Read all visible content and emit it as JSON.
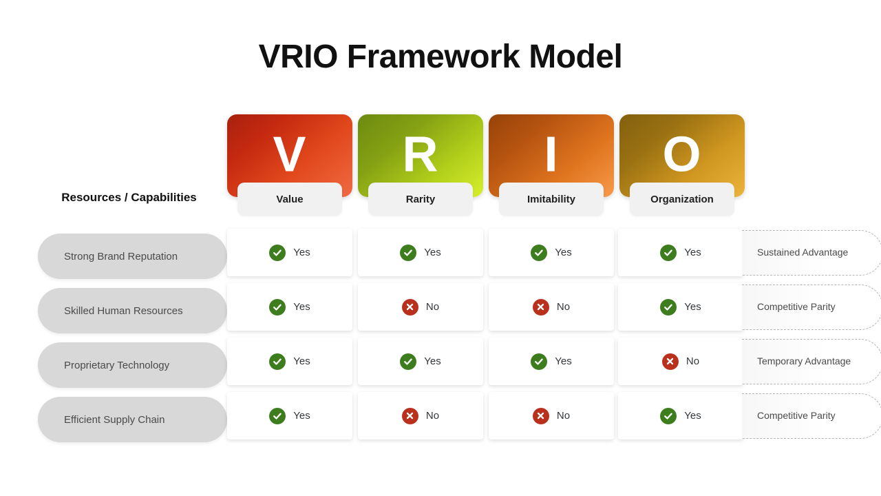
{
  "title": "VRIO Framework Model",
  "row_heading": "Resources / Capabilities",
  "columns": [
    {
      "letter": "V",
      "label": "Value",
      "color": "#c62a10"
    },
    {
      "letter": "R",
      "label": "Rarity",
      "color": "#a7c418"
    },
    {
      "letter": "I",
      "label": "Imitability",
      "color": "#e0751f"
    },
    {
      "letter": "O",
      "label": "Organization",
      "color": "#cf9620"
    }
  ],
  "icons": {
    "yes": "check-circle-icon",
    "no": "x-circle-icon"
  },
  "colors": {
    "yes": "#3e7d1e",
    "no": "#b9301c",
    "row_pill": "#d8d8d8",
    "column_pill": "#f1f1f1",
    "outcome_border": "#b5b5b5"
  },
  "rows": [
    {
      "resource": "Strong Brand Reputation",
      "cells": [
        {
          "value": "Yes",
          "state": "yes"
        },
        {
          "value": "Yes",
          "state": "yes"
        },
        {
          "value": "Yes",
          "state": "yes"
        },
        {
          "value": "Yes",
          "state": "yes"
        }
      ],
      "outcome": "Sustained Advantage"
    },
    {
      "resource": "Skilled Human Resources",
      "cells": [
        {
          "value": "Yes",
          "state": "yes"
        },
        {
          "value": "No",
          "state": "no"
        },
        {
          "value": "No",
          "state": "no"
        },
        {
          "value": "Yes",
          "state": "yes"
        }
      ],
      "outcome": "Competitive Parity"
    },
    {
      "resource": "Proprietary Technology",
      "cells": [
        {
          "value": "Yes",
          "state": "yes"
        },
        {
          "value": "Yes",
          "state": "yes"
        },
        {
          "value": "Yes",
          "state": "yes"
        },
        {
          "value": "No",
          "state": "no"
        }
      ],
      "outcome": "Temporary Advantage"
    },
    {
      "resource": "Efficient Supply Chain",
      "cells": [
        {
          "value": "Yes",
          "state": "yes"
        },
        {
          "value": "No",
          "state": "no"
        },
        {
          "value": "No",
          "state": "no"
        },
        {
          "value": "Yes",
          "state": "yes"
        }
      ],
      "outcome": "Competitive Parity"
    }
  ]
}
